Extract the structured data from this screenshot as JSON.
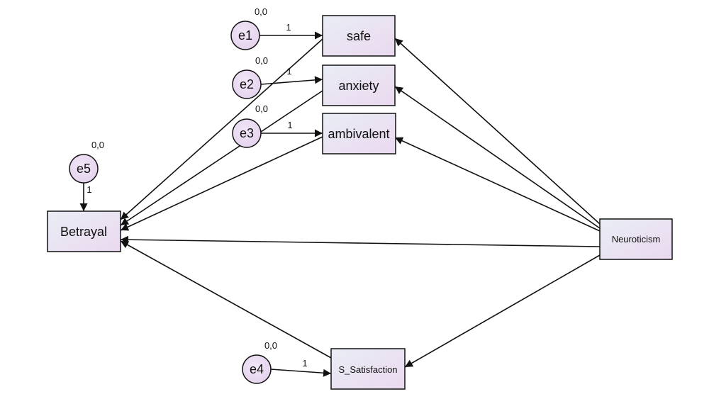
{
  "nodes": {
    "safe": {
      "label": "safe"
    },
    "anxiety": {
      "label": "anxiety"
    },
    "ambivalent": {
      "label": "ambivalent"
    },
    "betrayal": {
      "label": "Betrayal"
    },
    "neuroticism": {
      "label": "Neuroticism"
    },
    "s_satisfaction": {
      "label": "S_Satisfaction"
    }
  },
  "errors": {
    "e1": {
      "label": "e1",
      "mean_variance": "0,0",
      "path_weight": "1"
    },
    "e2": {
      "label": "e2",
      "mean_variance": "0,0",
      "path_weight": "1"
    },
    "e3": {
      "label": "e3",
      "mean_variance": "0,0",
      "path_weight": "1"
    },
    "e4": {
      "label": "e4",
      "mean_variance": "0,0",
      "path_weight": "1"
    },
    "e5": {
      "label": "e5",
      "mean_variance": "0,0",
      "path_weight": "1"
    }
  },
  "paths": [
    {
      "from": "e1",
      "to": "safe"
    },
    {
      "from": "e2",
      "to": "anxiety"
    },
    {
      "from": "e3",
      "to": "ambivalent"
    },
    {
      "from": "e4",
      "to": "s_satisfaction"
    },
    {
      "from": "e5",
      "to": "betrayal"
    },
    {
      "from": "safe",
      "to": "betrayal"
    },
    {
      "from": "anxiety",
      "to": "betrayal"
    },
    {
      "from": "ambivalent",
      "to": "betrayal"
    },
    {
      "from": "neuroticism",
      "to": "betrayal"
    },
    {
      "from": "s_satisfaction",
      "to": "betrayal"
    },
    {
      "from": "neuroticism",
      "to": "safe"
    },
    {
      "from": "neuroticism",
      "to": "anxiety"
    },
    {
      "from": "neuroticism",
      "to": "ambivalent"
    },
    {
      "from": "neuroticism",
      "to": "s_satisfaction"
    }
  ],
  "colors": {
    "box_fill_start": "#e9edf5",
    "box_fill_end": "#ead9ef",
    "circle_fill": "#e8d9f0",
    "stroke": "#111111"
  }
}
